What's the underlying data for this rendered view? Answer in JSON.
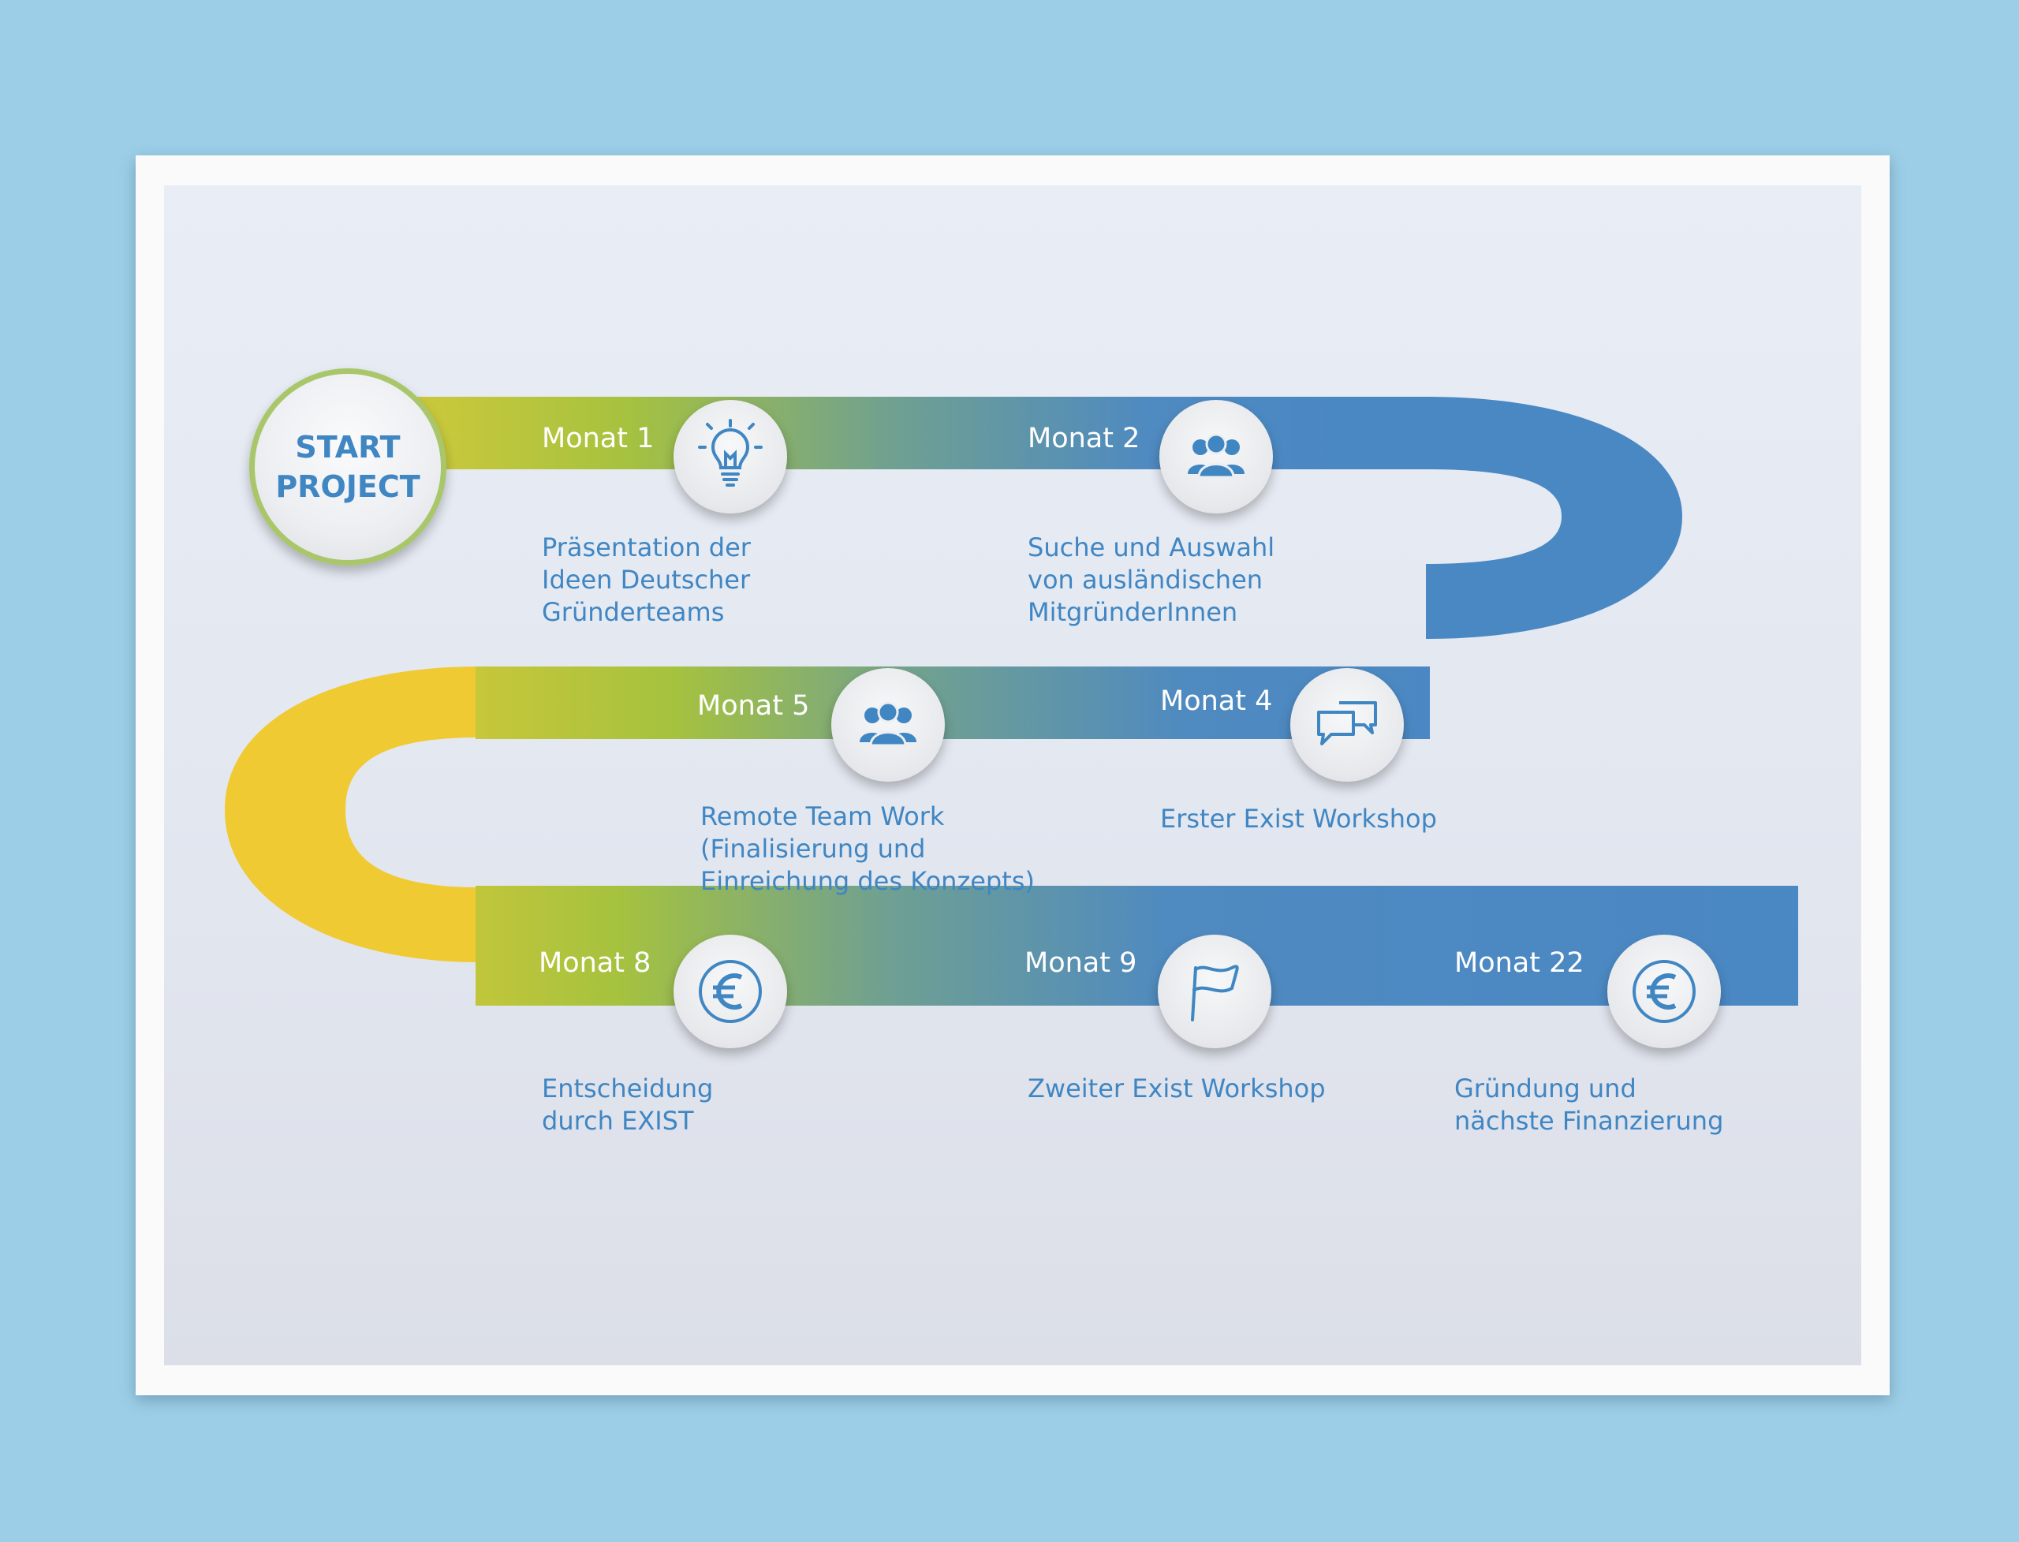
{
  "start": {
    "line1": "START",
    "line2": "PROJECT"
  },
  "colors": {
    "yellow": "#f1cd32",
    "green": "#a5c23f",
    "blue": "#4a88c4",
    "text_blue": "#3f86c3",
    "ring_green": "#a9c76a"
  },
  "milestones": [
    {
      "month": "Monat 1",
      "icon": "lightbulb-icon",
      "description": "Präsentation der\nIdeen Deutscher\nGründerteams"
    },
    {
      "month": "Monat 2",
      "icon": "people-group-icon",
      "description": "Suche und Auswahl\nvon ausländischen\nMitgründerInnen"
    },
    {
      "month": "Monat 4",
      "icon": "chat-bubbles-icon",
      "description": "Erster Exist Workshop"
    },
    {
      "month": "Monat 5",
      "icon": "people-group-icon",
      "description": "Remote Team Work\n(Finalisierung und\nEinreichung des Konzepts)"
    },
    {
      "month": "Monat 8",
      "icon": "euro-icon",
      "description": "Entscheidung\ndurch EXIST"
    },
    {
      "month": "Monat 9",
      "icon": "flag-icon",
      "description": "Zweiter Exist Workshop"
    },
    {
      "month": "Monat 22",
      "icon": "euro-icon",
      "description": "Gründung und\nnächste Finanzierung"
    }
  ]
}
